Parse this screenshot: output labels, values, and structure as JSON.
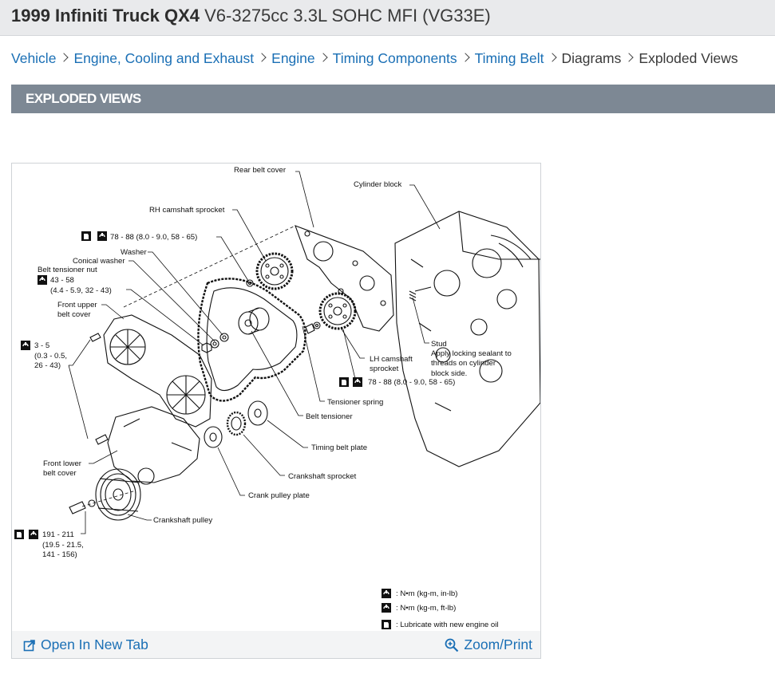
{
  "header": {
    "model": "1999 Infiniti Truck QX4",
    "engine": "V6-3275cc 3.3L SOHC MFI (VG33E)"
  },
  "breadcrumb": [
    {
      "label": "Vehicle",
      "link": true
    },
    {
      "label": "Engine, Cooling and Exhaust",
      "link": true
    },
    {
      "label": "Engine",
      "link": true
    },
    {
      "label": "Timing Components",
      "link": true
    },
    {
      "label": "Timing Belt",
      "link": true
    },
    {
      "label": "Diagrams",
      "link": false
    },
    {
      "label": "Exploded Views",
      "link": false
    }
  ],
  "section": {
    "title": "EXPLODED VIEWS"
  },
  "diagram": {
    "labels": {
      "rear_belt_cover": "Rear belt cover",
      "cylinder_block": "Cylinder block",
      "rh_camshaft_sprocket": "RH camshaft sprocket",
      "rh_torque": "78 - 88 (8.0 - 9.0, 58 - 65)",
      "washer": "Washer",
      "conical_washer": "Conical washer",
      "belt_tensioner_nut": "Belt tensioner nut",
      "tensioner_nut_torque_1": "43 - 58",
      "tensioner_nut_torque_2": "(4.4 - 5.9, 32 - 43)",
      "front_upper_1": "Front upper",
      "front_upper_2": "belt cover",
      "bolt_torque_1": "3 - 5",
      "bolt_torque_2": "(0.3 - 0.5,",
      "bolt_torque_3": "26 - 43)",
      "stud": "Stud",
      "stud_note_1": "Apply locking sealant to",
      "stud_note_2": "threads on cylinder",
      "stud_note_3": "block side.",
      "lh_camshaft_1": "LH camshaft",
      "lh_camshaft_2": "sprocket",
      "lh_torque": "78 - 88 (8.0 - 9.0, 58 - 65)",
      "tensioner_spring": "Tensioner spring",
      "belt_tensioner": "Belt tensioner",
      "timing_belt_plate": "Timing belt plate",
      "front_lower_1": "Front lower",
      "front_lower_2": "belt cover",
      "crankshaft_sprocket": "Crankshaft sprocket",
      "crank_pulley_plate": "Crank pulley plate",
      "crankshaft_pulley": "Crankshaft pulley",
      "pulley_torque_1": "191 - 211",
      "pulley_torque_2": "(19.5 - 21.5,",
      "pulley_torque_3": "141 - 156)"
    },
    "legend": [
      {
        "text": ": N•m (kg-m, in-lb)"
      },
      {
        "text": ": N•m (kg-m, ft-lb)"
      },
      {
        "text": ": Lubricate with new engine oil"
      }
    ]
  },
  "footer": {
    "open_tab": "Open In New Tab",
    "zoom_print": "Zoom/Print"
  },
  "colors": {
    "link": "#1a6fb5",
    "section_bar": "#7d8894",
    "topbar": "#e9eaec"
  }
}
